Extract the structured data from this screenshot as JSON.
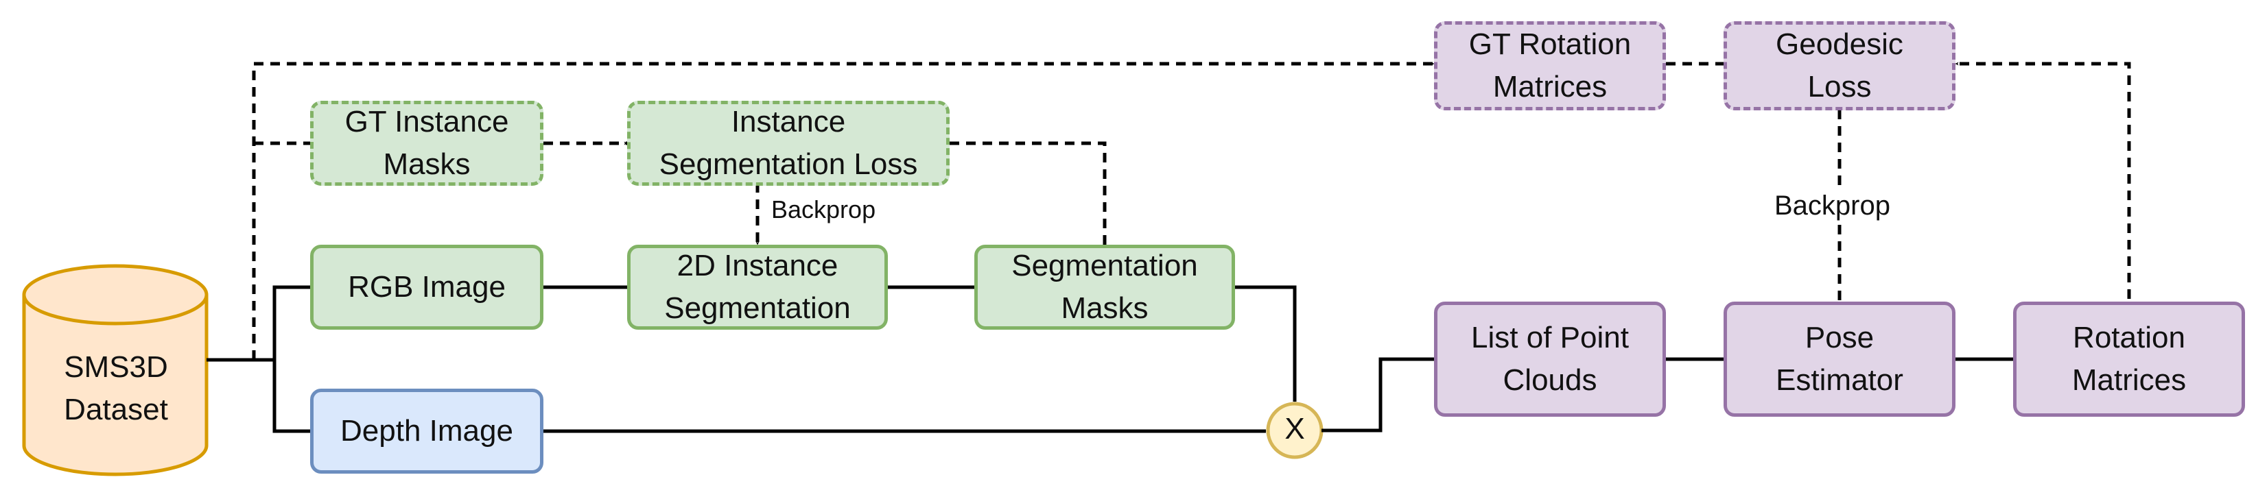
{
  "nodes": {
    "dataset": "SMS3D\nDataset",
    "rgb_image": "RGB Image",
    "depth_image": "Depth Image",
    "gt_instance_masks": "GT Instance\nMasks",
    "instance_seg_loss": "Instance\nSegmentation Loss",
    "instance_segmentation": "2D Instance\nSegmentation",
    "segmentation_masks": "Segmentation\nMasks",
    "combine": "X",
    "point_clouds": "List of Point\nClouds",
    "pose_estimator": "Pose\nEstimator",
    "rotation_matrices": "Rotation\nMatrices",
    "gt_rotation_matrices": "GT Rotation\nMatrices",
    "geodesic_loss": "Geodesic\nLoss"
  },
  "edge_labels": {
    "backprop_segmentation": "Backprop",
    "backprop_pose": "Backprop"
  },
  "colors": {
    "dataset_fill": "#ffe6cc",
    "dataset_stroke": "#d79b00",
    "green_fill": "#d5e8d4",
    "green_stroke": "#82b366",
    "blue_fill": "#dae8fc",
    "blue_stroke": "#6c8ebf",
    "purple_fill": "#e1d5e7",
    "purple_stroke": "#9673a6",
    "combine_fill": "#fff2cc",
    "combine_stroke": "#d6b656",
    "edge": "#000000"
  }
}
